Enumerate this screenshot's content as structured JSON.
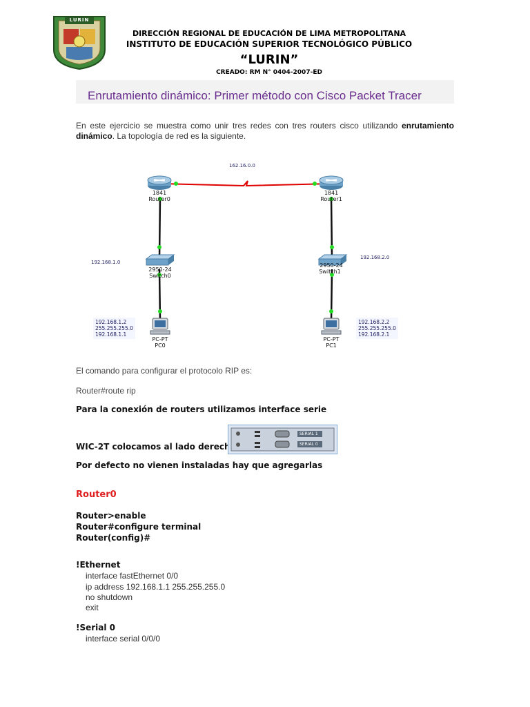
{
  "header": {
    "logo_text": "LURIN",
    "line1": "DIRECCIÓN REGIONAL DE EDUCACIÓN DE LIMA METROPOLITANA",
    "line2": "INSTITUTO DE EDUCACIÓN SUPERIOR TECNOLÓGICO PÚBLICO",
    "line3": "“LURIN”",
    "line4": "CREADO: RM N° 0404-2007-ED"
  },
  "title": "Enrutamiento dinámico: Primer método con Cisco Packet Tracer",
  "intro": {
    "part1": "En este ejercicio se muestra como unir tres redes con tres routers cisco utilizando ",
    "bold": "enrutamiento dinámico",
    "part2": ". La topología de red es la siguiente."
  },
  "topology": {
    "serial_net": "162.16.0.0",
    "router0": {
      "model": "1841",
      "name": "Router0"
    },
    "router1": {
      "model": "1841",
      "name": "Router1"
    },
    "switch0": {
      "model": "2950-24",
      "name": "Switch0"
    },
    "switch1": {
      "model": "2950-24",
      "name": "Switch1"
    },
    "net0": "192.168.1.0",
    "net1": "192.168.2.0",
    "pc0": {
      "model": "PC-PT",
      "name": "PC0",
      "ip": "192.168.1.2",
      "mask": "255.255.255.0",
      "gw": "192.168.1.1"
    },
    "pc1": {
      "model": "PC-PT",
      "name": "PC1",
      "ip": "192.168.2.2",
      "mask": "255.255.255.0",
      "gw": "192.168.2.1"
    }
  },
  "rip_cmd_label": "El comando para configurar el protocolo RIP es:",
  "rip_cmd": "Router#route rip",
  "serial_note": "Para la conexión de routers utilizamos interface serie",
  "wic_note": "WIC-2T  colocamos al lado derecho",
  "wic_module": {
    "port1": "SERIAL 1",
    "port0": "SERIAL 0"
  },
  "default_note": "Por defecto no vienen instaladas hay que agregarlas",
  "router0_heading": "Router0",
  "cmds": [
    "Router>enable",
    "Router#configure terminal",
    "Router(config)#"
  ],
  "ethernet": {
    "heading": "!Ethernet",
    "lines": [
      "interface fastEthernet 0/0",
      "ip address 192.168.1.1 255.255.255.0",
      "no shutdown",
      "exit"
    ]
  },
  "serial0": {
    "heading": "!Serial 0",
    "lines": [
      "interface serial 0/0/0"
    ]
  },
  "colors": {
    "title": "#6a2d8f",
    "router_heading": "#e02020",
    "serial_link": "#e00000",
    "link_dot": "#22dd22"
  }
}
